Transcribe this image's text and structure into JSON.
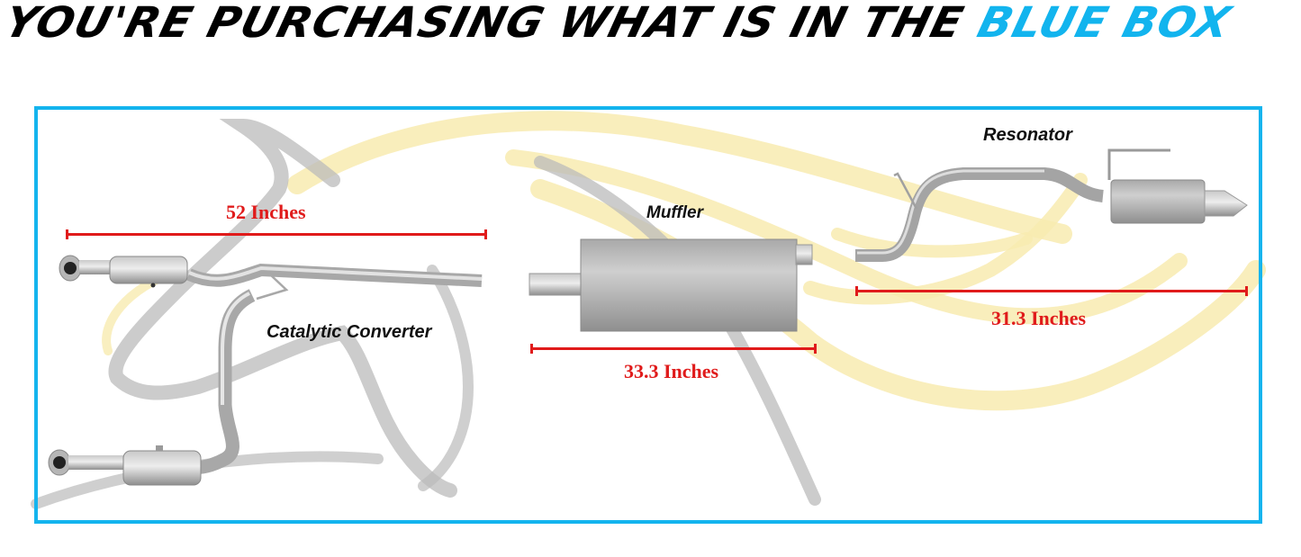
{
  "headline": {
    "prefix": "YOU'RE PURCHASING WHAT IS IN THE ",
    "highlight": "BLUE BOX",
    "highlight_color": "#12B4EE"
  },
  "box": {
    "border_color": "#14B4EE"
  },
  "parts": [
    {
      "name": "Catalytic Converter",
      "dimension": "52 Inches"
    },
    {
      "name": "Muffler",
      "dimension": "33.3 Inches"
    },
    {
      "name": "Resonator",
      "dimension": "31.3 Inches"
    }
  ],
  "colors": {
    "dimension": "#E01B1B",
    "watermark_gray": "#B9B9B9",
    "watermark_yellow": "#F7E9A8",
    "metal": "#A9A9A9"
  }
}
